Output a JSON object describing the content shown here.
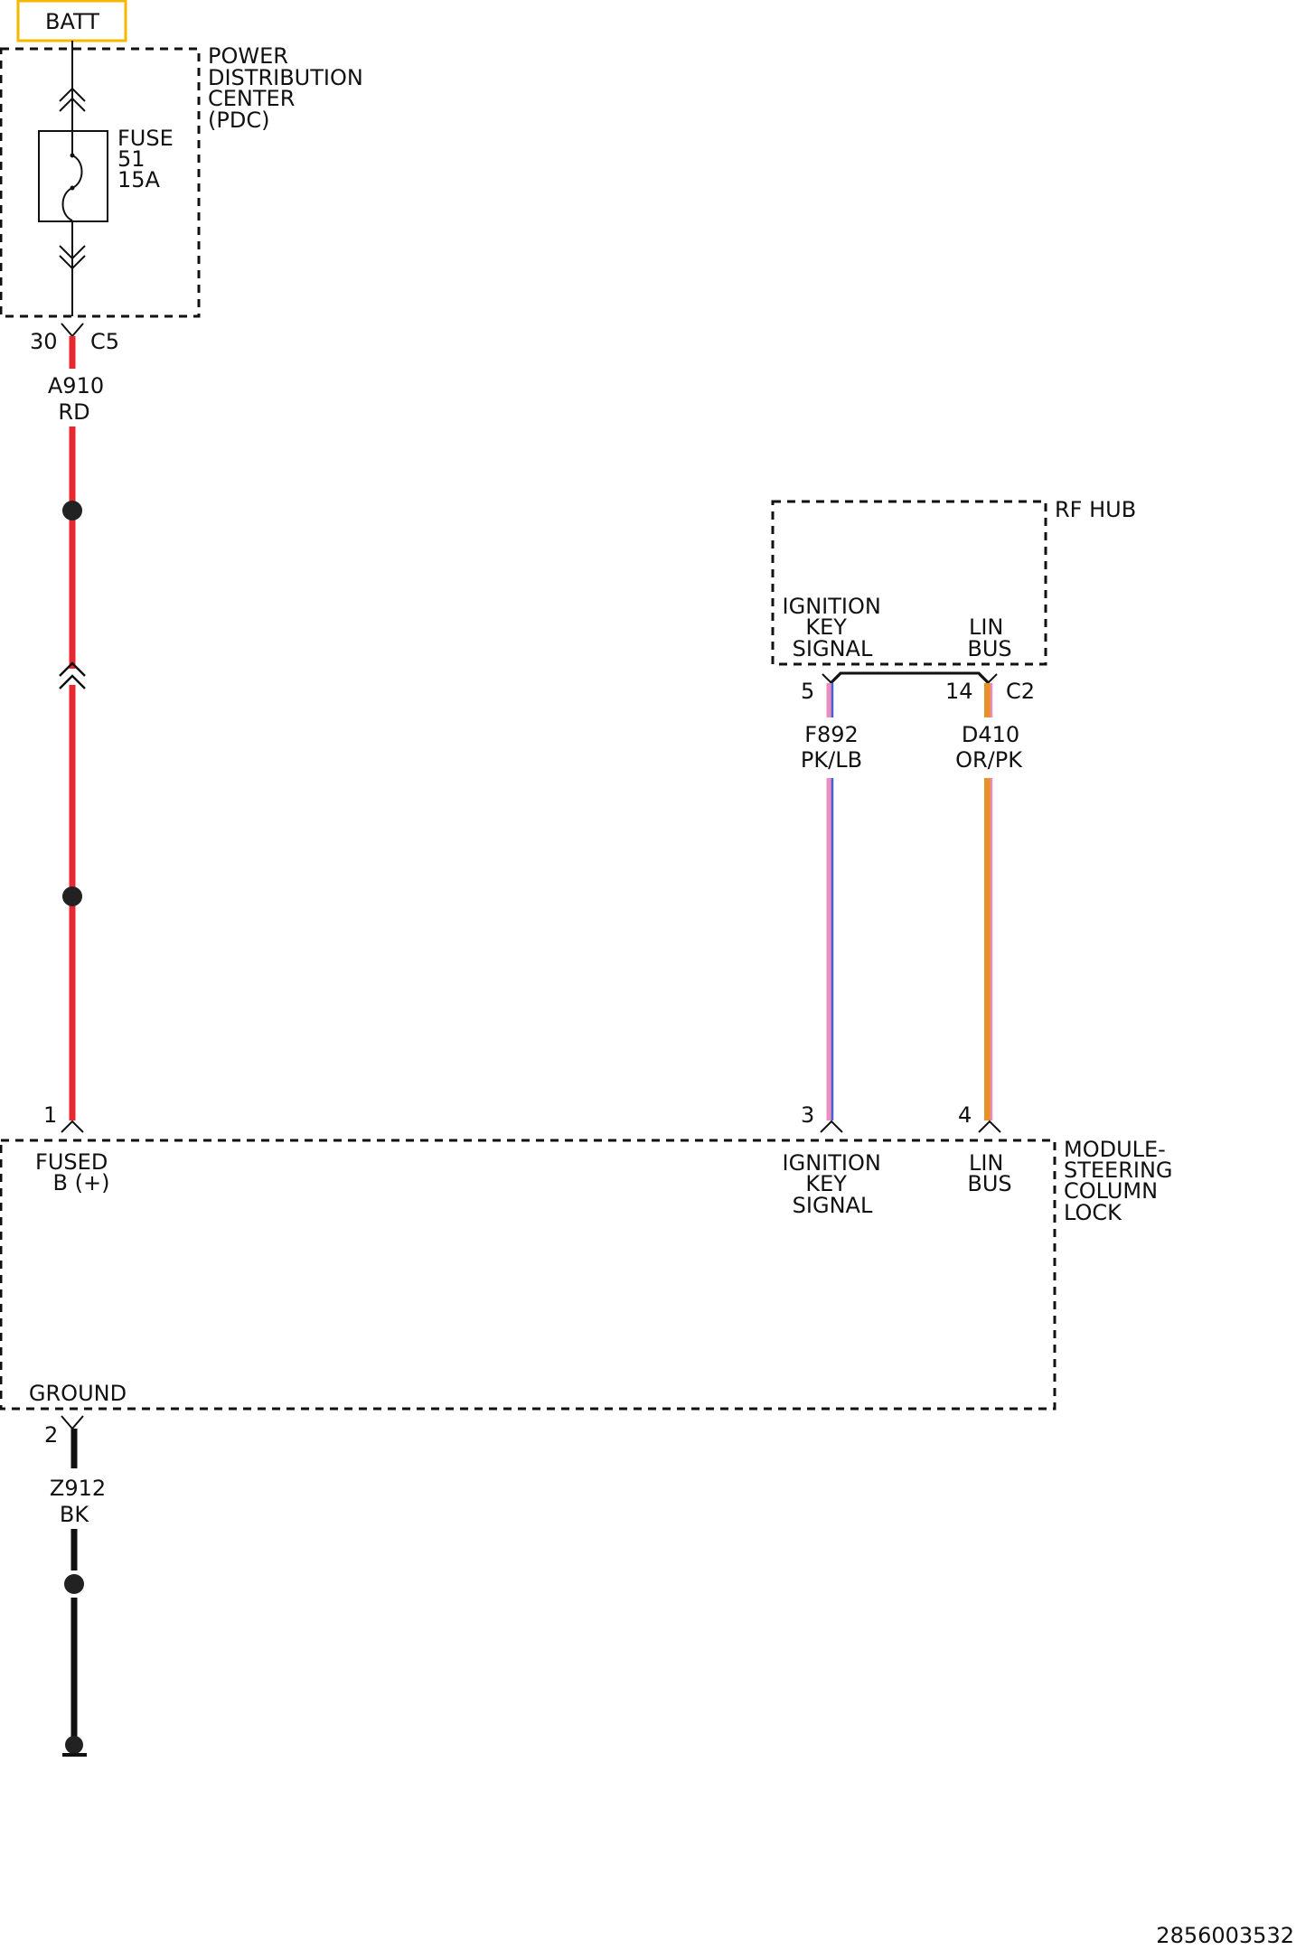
{
  "batt_label": "BATT",
  "pdc": {
    "name_lines": [
      "POWER",
      "DISTRIBUTION",
      "CENTER",
      "(PDC)"
    ],
    "fuse_lines": [
      "FUSE",
      "51",
      "15A"
    ],
    "cavity": "30",
    "connector": "C5"
  },
  "wires": {
    "a910": {
      "circuit": "A910",
      "color_code": "RD",
      "colors": [
        "#e8282e"
      ]
    },
    "f892": {
      "circuit": "F892",
      "color_code": "PK/LB",
      "colors": [
        "#e88fc0",
        "#4a5fd0"
      ]
    },
    "d410": {
      "circuit": "D410",
      "color_code": "OR/PK",
      "colors": [
        "#e8902a",
        "#e88fc0"
      ]
    },
    "z912": {
      "circuit": "Z912",
      "color_code": "BK",
      "colors": [
        "#111111"
      ]
    }
  },
  "rf_hub": {
    "name": "RF HUB",
    "pin_ignition": "5",
    "pin_lin": "14",
    "connector": "C2",
    "ignition_label_lines": [
      "IGNITION",
      "KEY",
      "SIGNAL"
    ],
    "lin_label_lines": [
      "LIN",
      "BUS"
    ]
  },
  "module": {
    "name_lines": [
      "MODULE-",
      "STEERING",
      "COLUMN",
      "LOCK"
    ],
    "pin_fused": "1",
    "pin_ignition": "3",
    "pin_lin": "4",
    "pin_ground": "2",
    "fused_label_lines": [
      "FUSED",
      "B (+)"
    ],
    "ignition_label_lines": [
      "IGNITION",
      "KEY",
      "SIGNAL"
    ],
    "lin_label_lines": [
      "LIN",
      "BUS"
    ],
    "ground_label": "GROUND"
  },
  "figure_id": "2856003532"
}
